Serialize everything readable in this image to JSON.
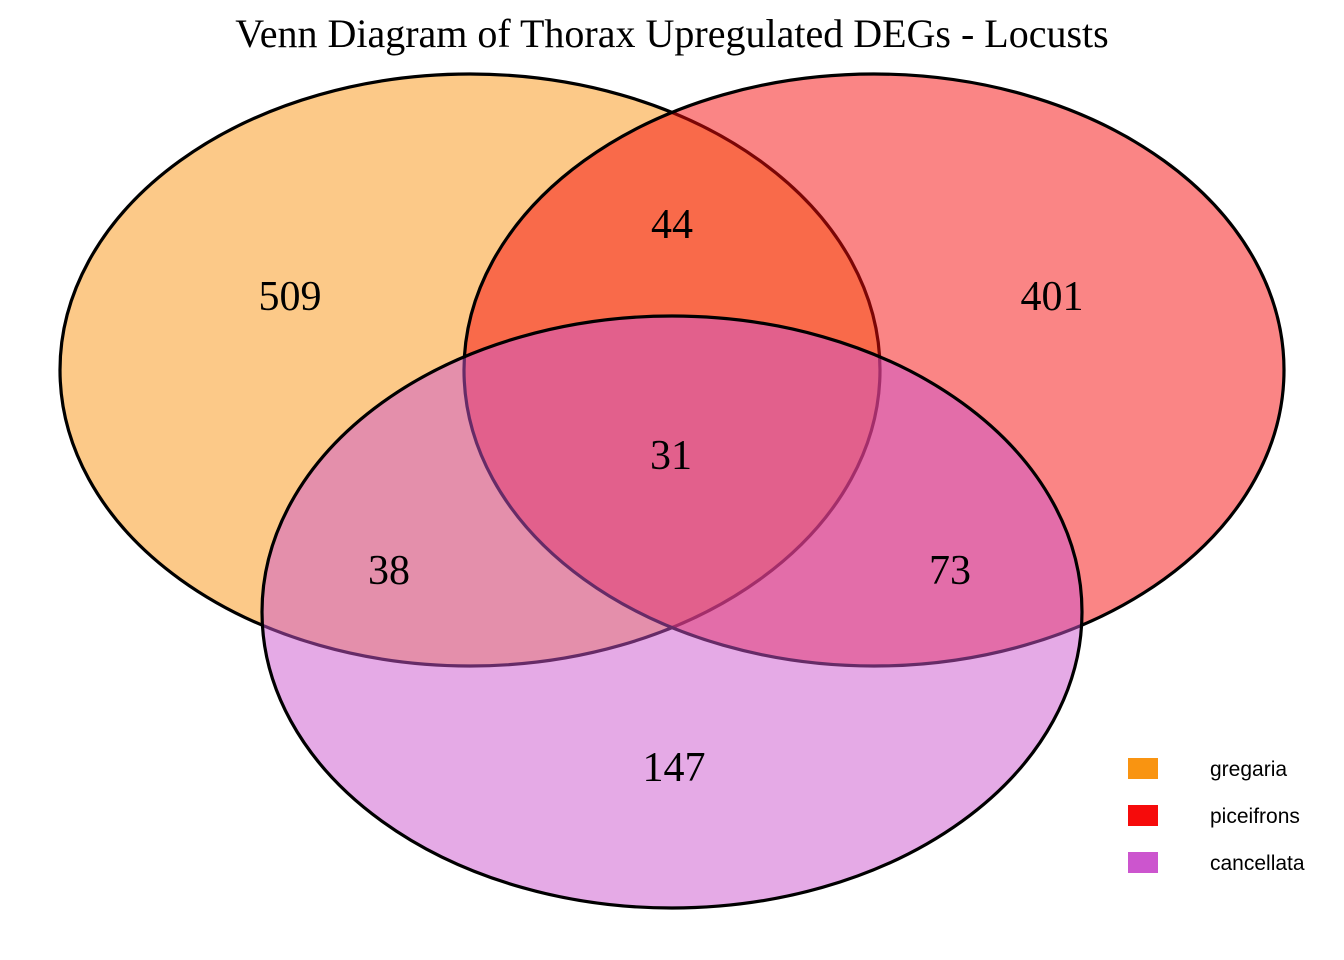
{
  "title": "Venn Diagram of Thorax Upregulated DEGs - Locusts",
  "colors": {
    "gregaria": "#F99411",
    "piceifrons": "#F60B0B",
    "cancellata": "#CC55CE",
    "outline": "#000000",
    "background": "#FFFFFF"
  },
  "regions": {
    "gregaria_only": "509",
    "piceifrons_only": "401",
    "cancellata_only": "147",
    "gregaria_piceifrons": "44",
    "gregaria_cancellata": "38",
    "piceifrons_cancellata": "73",
    "all_three": "31"
  },
  "legend": {
    "items": [
      {
        "label": "gregaria",
        "color": "#F99411"
      },
      {
        "label": "piceifrons",
        "color": "#F60B0B"
      },
      {
        "label": "cancellata",
        "color": "#CC55CE"
      }
    ]
  },
  "chart_data": {
    "type": "venn",
    "title": "Venn Diagram of Thorax Upregulated DEGs - Locusts",
    "sets": [
      {
        "name": "gregaria",
        "color": "#F99411"
      },
      {
        "name": "piceifrons",
        "color": "#F60B0B"
      },
      {
        "name": "cancellata",
        "color": "#CC55CE"
      }
    ],
    "region_counts": {
      "gregaria_only": 509,
      "piceifrons_only": 401,
      "cancellata_only": 147,
      "gregaria_and_piceifrons": 44,
      "gregaria_and_cancellata": 38,
      "piceifrons_and_cancellata": 73,
      "gregaria_and_piceifrons_and_cancellata": 31
    },
    "fill_opacity": 0.5,
    "legend_position": "bottom-right"
  }
}
